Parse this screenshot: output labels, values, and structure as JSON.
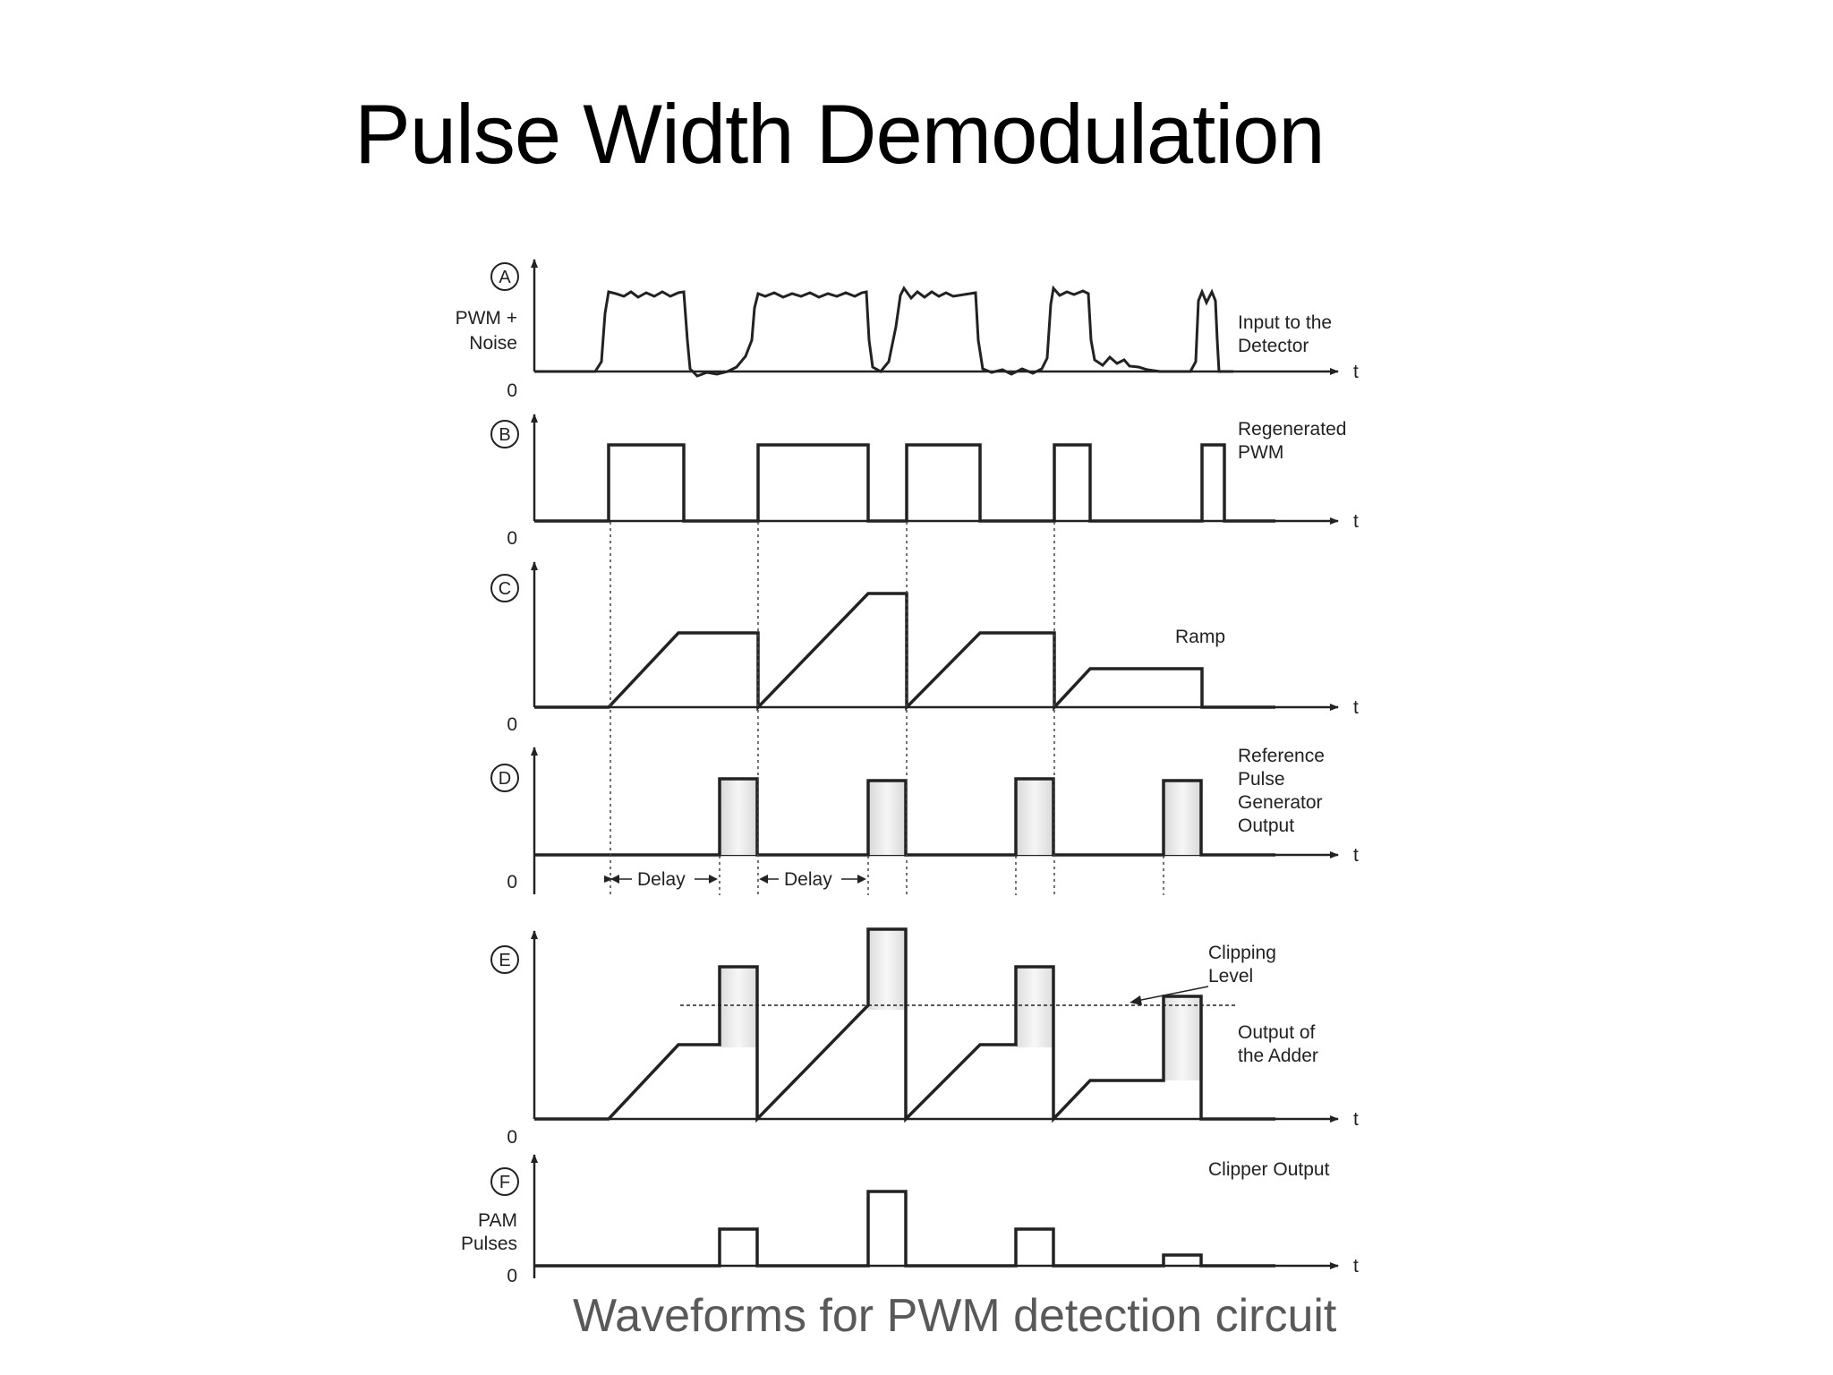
{
  "title": "Pulse Width Demodulation",
  "caption": "Waveforms for PWM detection circuit",
  "panels": [
    {
      "id": "A",
      "left_label": [
        "PWM +",
        "Noise"
      ],
      "right_label": [
        "Input to the",
        "Detector"
      ]
    },
    {
      "id": "B",
      "left_label": [],
      "right_label": [
        "Regenerated",
        "PWM"
      ]
    },
    {
      "id": "C",
      "left_label": [],
      "right_label": [
        "Ramp"
      ]
    },
    {
      "id": "D",
      "left_label": [],
      "right_label": [
        "Reference",
        "Pulse",
        "Generator",
        "Output"
      ]
    },
    {
      "id": "E",
      "left_label": [],
      "right_label": [
        "Clipping",
        "Level",
        "Output of",
        "the Adder"
      ]
    },
    {
      "id": "F",
      "left_label": [
        "PAM",
        "Pulses"
      ],
      "right_label": [
        "Clipper Output"
      ]
    }
  ],
  "zero_label": "0",
  "time_label": "t",
  "delay_label": "Delay"
}
